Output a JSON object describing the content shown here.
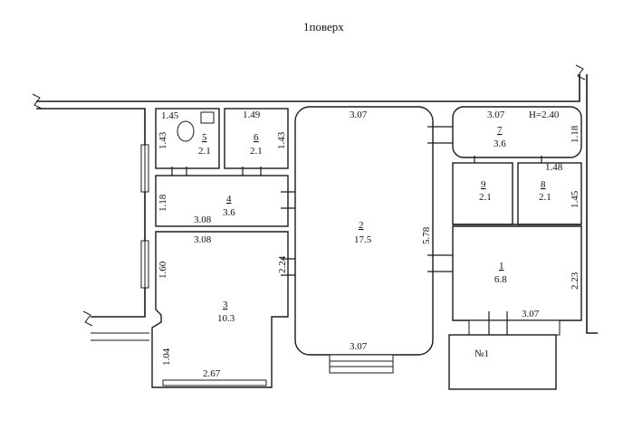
{
  "title": "1поверх",
  "entrance_label": "№1",
  "height_label": "H=2.40",
  "rooms": [
    {
      "id": "1",
      "number": "1",
      "area": "6.8"
    },
    {
      "id": "2",
      "number": "2",
      "area": "17.5"
    },
    {
      "id": "3",
      "number": "3",
      "area": "10.3"
    },
    {
      "id": "4",
      "number": "4",
      "area": "3.6"
    },
    {
      "id": "5",
      "number": "5",
      "area": "2.1"
    },
    {
      "id": "6",
      "number": "6",
      "area": "2.1"
    },
    {
      "id": "7",
      "number": "7",
      "area": "3.6"
    },
    {
      "id": "8",
      "number": "8",
      "area": "2.1"
    },
    {
      "id": "9",
      "number": "9",
      "area": "2.1"
    }
  ],
  "dimensions": {
    "r5_top": "1.45",
    "r5_side": "1.43",
    "r6_top": "1.49",
    "r6_side": "1.43",
    "r2_top": "3.07",
    "r2_side": "5.78",
    "r2_bottom": "3.07",
    "r4_side": "1.18",
    "r4_bottom": "3.08",
    "r3_top": "3.08",
    "r3_side": "1.60",
    "r3_right": "2.24",
    "r3_lower": "1.04",
    "r3_bottom": "2.67",
    "r7_top": "3.07",
    "r7_side": "1.18",
    "r8_top": "1.48",
    "r8_side": "1.45",
    "r1_side": "2.23",
    "r1_bottom": "3.07"
  }
}
